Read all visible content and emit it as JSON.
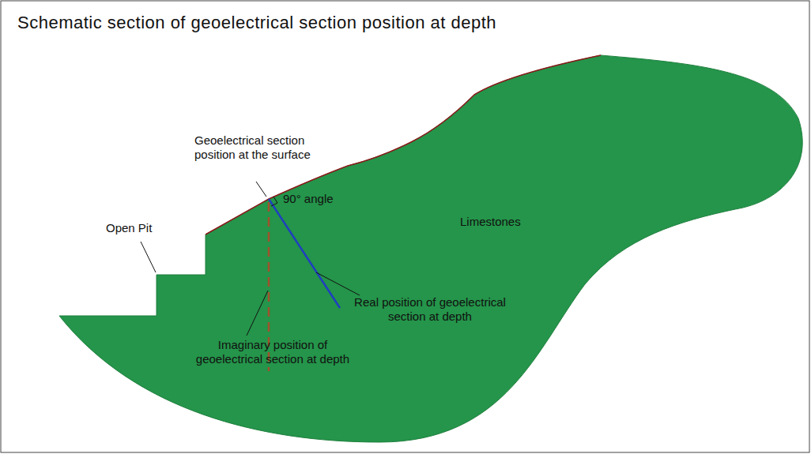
{
  "diagram": {
    "title": "Schematic section of geoelectrical section position at depth",
    "nodes": [
      {
        "text": [
          "Limestones"
        ]
      }
    ],
    "labels": [
      "Geoelectrical section position at the surface",
      "90° angle",
      "Open Pit",
      "Real position of geoelectrical section at depth",
      "Imaginary position of geoelectrical section at depth"
    ]
  }
}
